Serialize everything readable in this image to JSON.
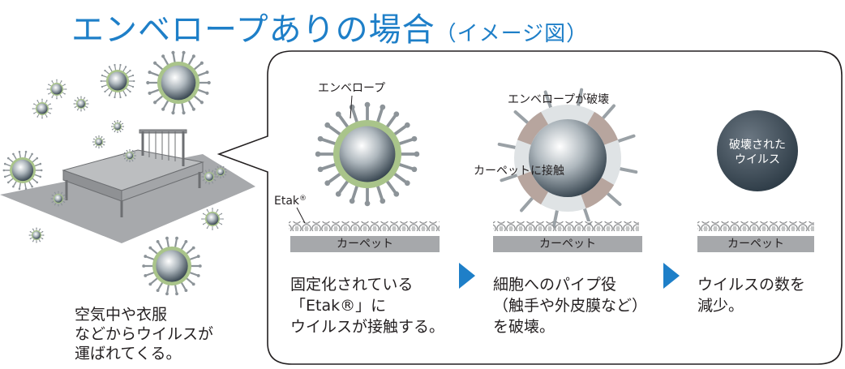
{
  "header": {
    "title": "エンベロープありの場合",
    "subtitle": "（イメージ図）"
  },
  "left_panel": {
    "caption": "空気中や衣服\nなどからウイルスが\n運ばれてくる。"
  },
  "steps": [
    {
      "envelope_label": "エンベロープ",
      "etak_label": "Etak",
      "etak_mark": "®",
      "carpet_label": "カーペット",
      "description": "固定化されている\n「Etak®」に\nウイルスが接触する。"
    },
    {
      "envelope_label": "エンベロープが破壊",
      "contact_label": "カーペットに接触",
      "carpet_label": "カーペット",
      "description": "細胞へのパイプ役\n（触手や外皮膜など）\nを破壊。"
    },
    {
      "virus_label": "破壊された\nウイルス",
      "carpet_label": "カーペット",
      "description": "ウイルスの数を\n減少。"
    }
  ],
  "colors": {
    "title_blue": "#1e7fc8",
    "arrow_blue": "#1e7fc8",
    "envelope_green": "#a9c48a",
    "virus_dark": "#3b4a56",
    "carpet_gray": "#a6a8ab",
    "floor_gray": "#a7a9ac",
    "broken_envelope": "#b7a59e"
  }
}
